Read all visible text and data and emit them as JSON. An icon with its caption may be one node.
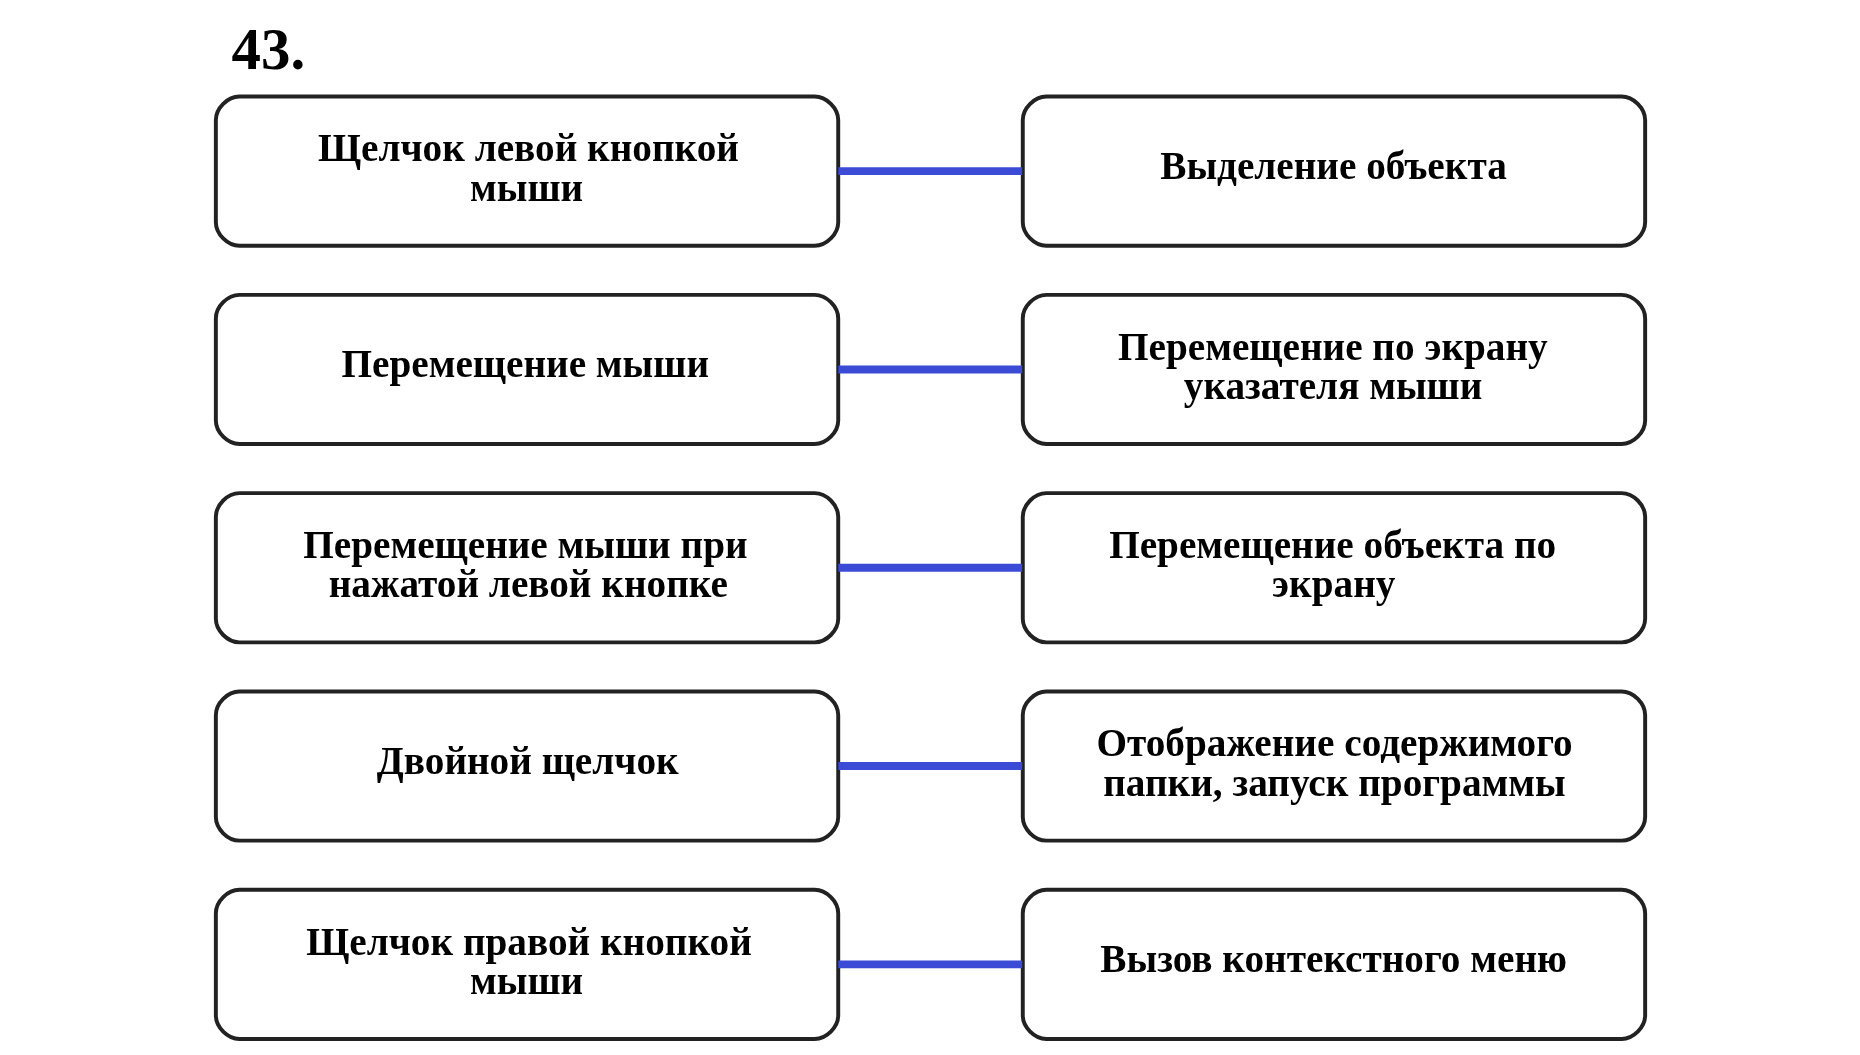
{
  "diagram": {
    "title": "43.",
    "nodes": [
      {
        "text": [
          "Перемещение мыши"
        ]
      },
      {
        "text": [
          "Выделение объекта"
        ]
      },
      {
        "text": [
          "Щелчок левой кнопкой мыши"
        ]
      },
      {
        "text": [
          "Перемещение по экрану указателя мыши"
        ]
      },
      {
        "text": [
          "Двойной щелчок"
        ]
      },
      {
        "text": [
          "Перемещение объекта по экрану"
        ]
      },
      {
        "text": [
          "Перемещение мыши при нажатой левой кнопке"
        ]
      },
      {
        "text": [
          "Отображение содержимого папки, запуск программы"
        ]
      },
      {
        "text": [
          "Щелчок правой кнопкой мыши"
        ]
      },
      {
        "text": [
          "Вызов контекстного меню"
        ]
      }
    ],
    "edges": [
      {
        "from": 0,
        "to": 3,
        "arrow": "none"
      },
      {
        "from": 2,
        "to": 1,
        "arrow": "none"
      },
      {
        "from": 4,
        "to": 7,
        "arrow": "none"
      },
      {
        "from": 6,
        "to": 5,
        "arrow": "none"
      },
      {
        "from": 8,
        "to": 9,
        "arrow": "none"
      }
    ]
  }
}
